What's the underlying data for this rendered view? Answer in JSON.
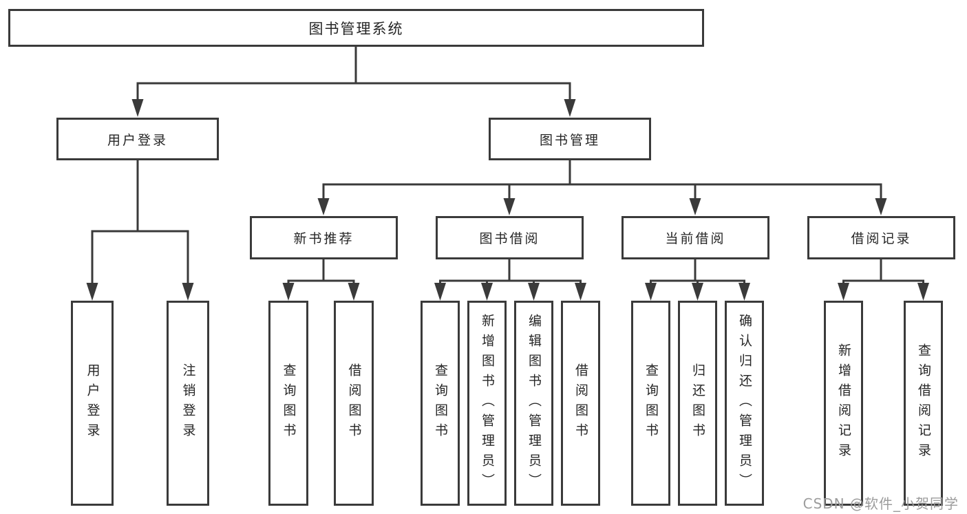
{
  "diagram": {
    "root": {
      "label": "图书管理系统"
    },
    "level2": {
      "user_login": {
        "label": "用户登录"
      },
      "book_mgmt": {
        "label": "图书管理"
      }
    },
    "level3": {
      "new_book": {
        "label": "新书推荐"
      },
      "book_borrow": {
        "label": "图书借阅"
      },
      "current_borrow": {
        "label": "当前借阅"
      },
      "borrow_records": {
        "label": "借阅记录"
      }
    },
    "leaves": {
      "user_login": [
        "用户登录",
        "注销登录"
      ],
      "new_book": [
        "查询图书",
        "借阅图书"
      ],
      "book_borrow": [
        "查询图书",
        "新增图书（管理员）",
        "编辑图书（管理员）",
        "借阅图书"
      ],
      "current_borrow": [
        "查询图书",
        "归还图书",
        "确认归还（管理员）"
      ],
      "borrow_records": [
        "新增借阅记录",
        "查询借阅记录"
      ]
    }
  },
  "watermark": {
    "text": "CSDN @软件_小贺同学"
  },
  "colors": {
    "line": "#3a3a3a",
    "box_border": "#3a3a3a",
    "text": "#262626",
    "watermark": "#9c9c9c",
    "background": "#ffffff"
  }
}
